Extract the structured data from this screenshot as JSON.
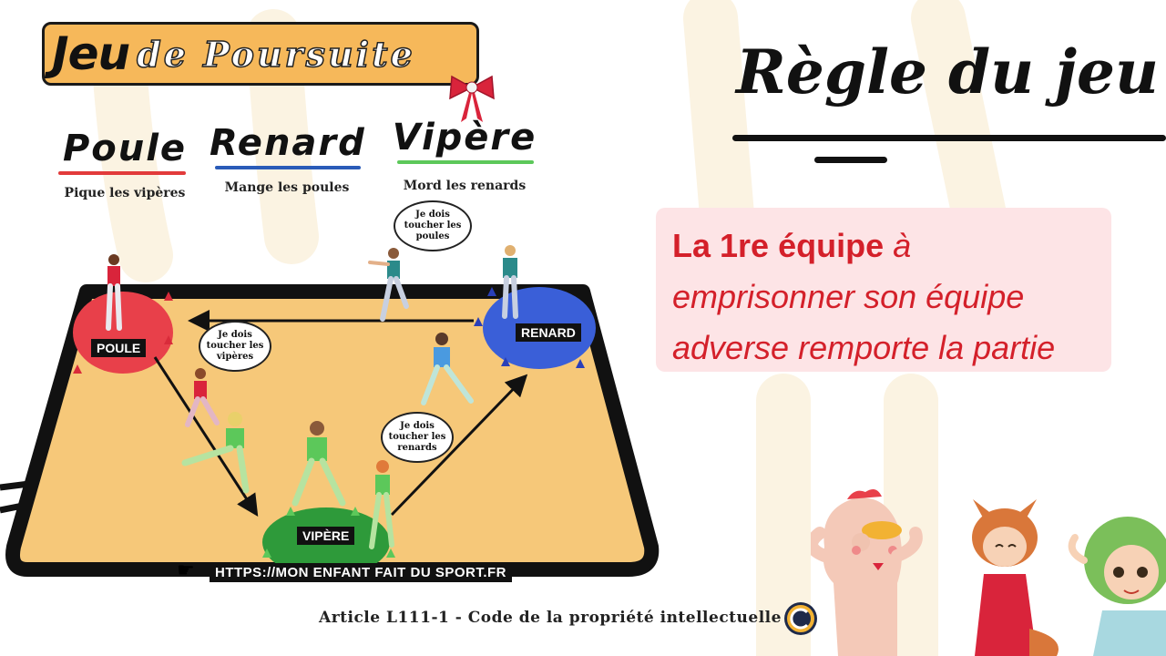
{
  "title": {
    "jeu": "Jeu",
    "rest": "de Poursuite"
  },
  "roles": [
    {
      "name": "Poule",
      "desc": "Pique les vipères",
      "color": "#e23b3b"
    },
    {
      "name": "Renard",
      "desc": "Mange les poules",
      "color": "#2a5bb8"
    },
    {
      "name": "Vipère",
      "desc": "Mord les renards",
      "color": "#5cc85a"
    }
  ],
  "rules": {
    "heading": "Règle du jeu",
    "strong": "La 1re équipe",
    "rest_line1": " à",
    "line2": "emprisonner son équipe",
    "line3": "adverse remporte la partie"
  },
  "field": {
    "zones": {
      "poule": "POULE",
      "renard": "RENARD",
      "vipere": "VIPÈRE"
    },
    "bubbles": {
      "renard": "Je dois toucher les poules",
      "poule": "Je dois toucher les vipères",
      "vipere": "Je dois toucher les renards"
    },
    "url": "HTTPS://MON ENFANT FAIT DU SPORT.FR"
  },
  "footer": "Article L111-1 - Code de la propriété intellectuelle",
  "colors": {
    "title_bg": "#f6b85a",
    "field": "#f6c879",
    "rule_bg": "#fde4e6",
    "rule_text": "#d4202a"
  },
  "icons": {
    "bow": "bow-icon",
    "hand": "pointing-hand-icon",
    "logo": "circle-logo-icon"
  }
}
